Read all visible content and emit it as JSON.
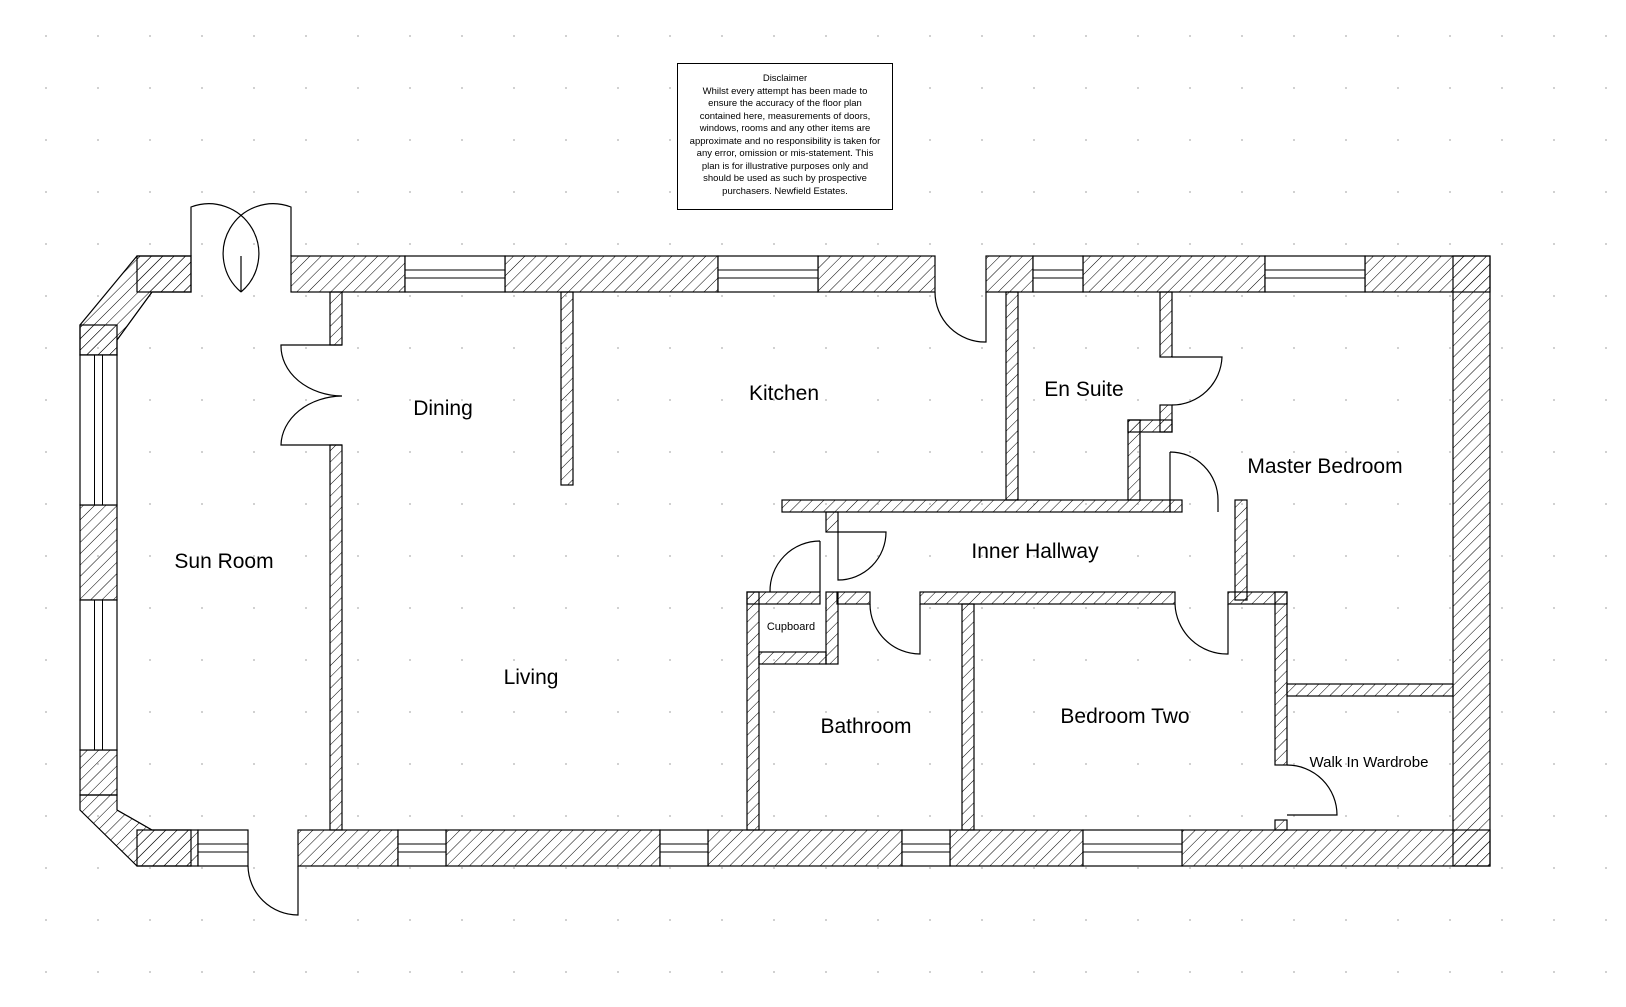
{
  "disclaimer": {
    "title": "Disclaimer",
    "body": "Whilst every attempt has been made to ensure the accuracy of the floor plan contained here, measurements of doors, windows, rooms and any other items are approximate and no responsibility is taken for any error, omission or mis-statement. This plan is for illustrative purposes only and should be used as such by prospective purchasers. Newfield Estates."
  },
  "rooms": {
    "sun_room": "Sun Room",
    "dining": "Dining",
    "kitchen": "Kitchen",
    "living": "Living",
    "en_suite": "En Suite",
    "master_bedroom": "Master Bedroom",
    "inner_hallway": "Inner Hallway",
    "cupboard": "Cupboard",
    "bathroom": "Bathroom",
    "bedroom_two": "Bedroom Two",
    "walk_in_wardrobe": "Walk In Wardrobe"
  }
}
